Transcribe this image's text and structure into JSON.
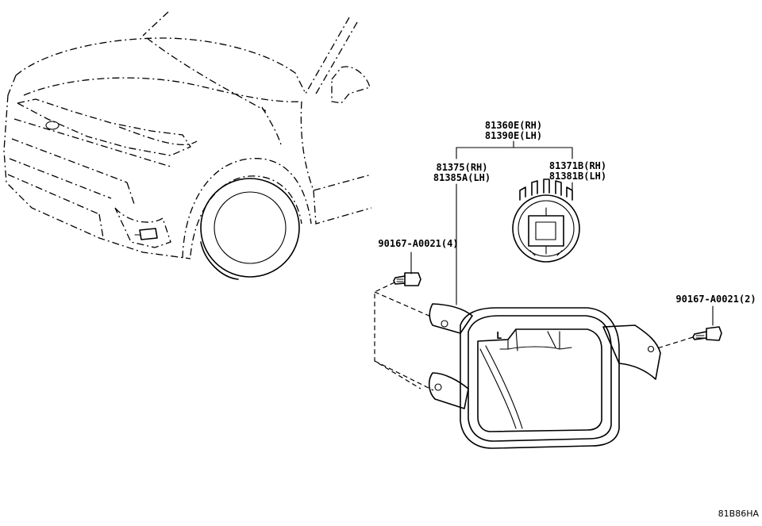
{
  "callouts": {
    "fog_lamp_assy_rh": "81360E(RH)",
    "fog_lamp_assy_lh": "81390E(LH)",
    "bulb_rh": "81371B(RH)",
    "bulb_lh": "81381B(LH)",
    "bracket_rh": "81375(RH)",
    "bracket_lh": "81385A(LH)",
    "screw_left": "90167-A0021(4)",
    "screw_right": "90167-A0021(2)"
  },
  "lamp_marking": "L",
  "diagram_code": "81B86HA"
}
